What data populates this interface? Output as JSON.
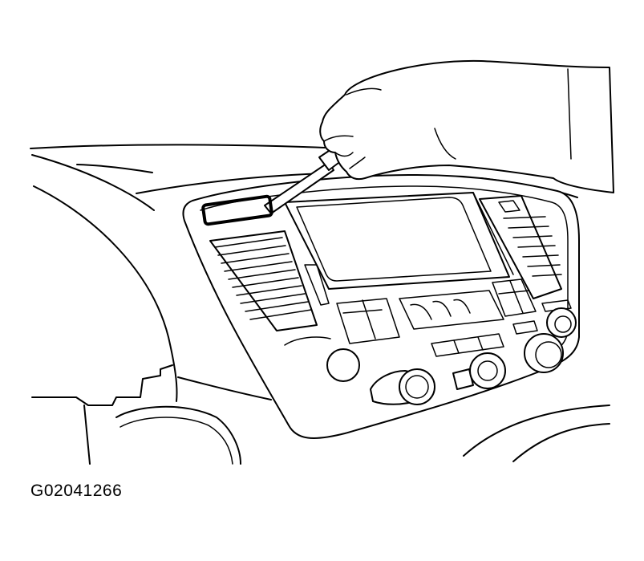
{
  "figure": {
    "code": "G02041266"
  },
  "icons": {
    "dashboard": "center-console-panel",
    "tool": "screwdriver",
    "hand": "hand"
  }
}
